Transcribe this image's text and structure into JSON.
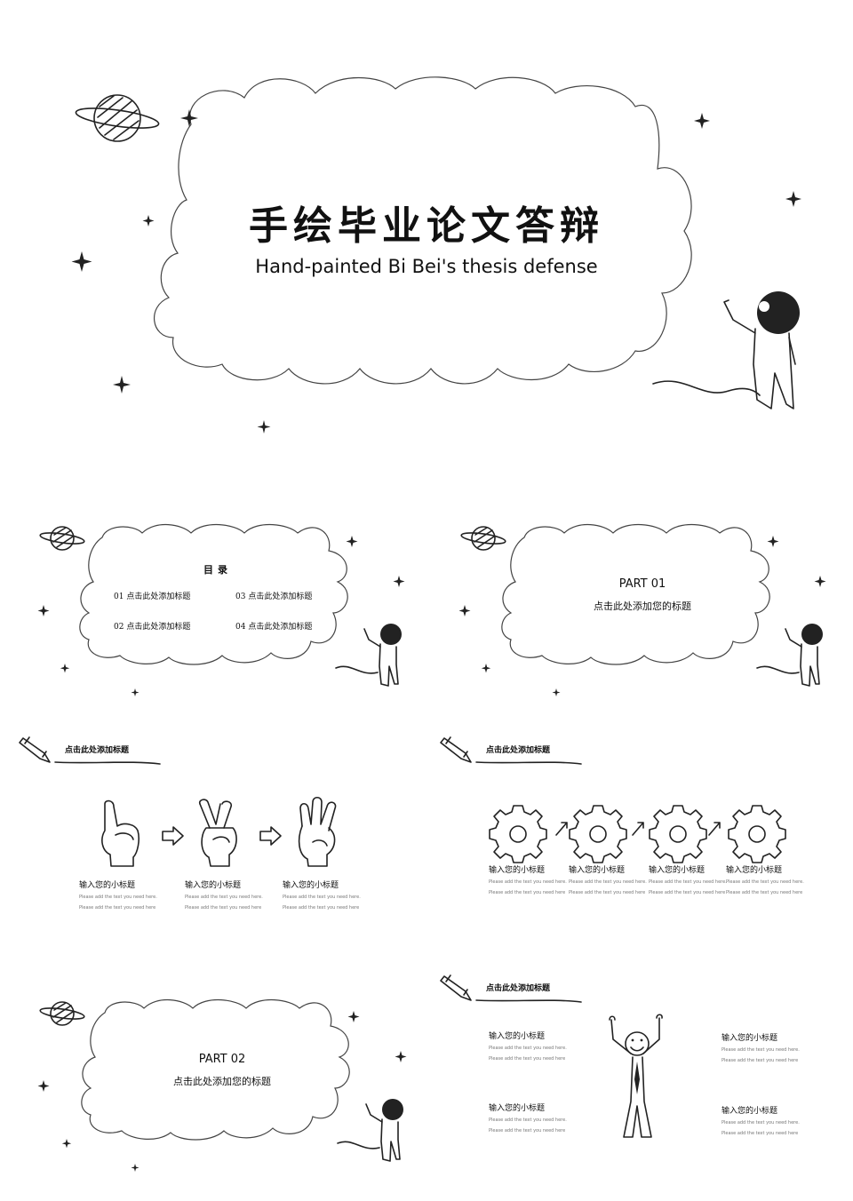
{
  "cover": {
    "title": "手绘毕业论文答辩",
    "subtitle": "Hand-painted Bi Bei's thesis defense"
  },
  "toc": {
    "heading": "目录",
    "items": [
      "01 点击此处添加标题",
      "03 点击此处添加标题",
      "02 点击此处添加标题",
      "04 点击此处添加标题"
    ]
  },
  "part1": {
    "label": "PART 01",
    "title": "点击此处添加您的标题"
  },
  "part2": {
    "label": "PART 02",
    "title": "点击此处添加您的标题"
  },
  "slide_hands": {
    "header": "点击此处添加标题",
    "items": [
      {
        "title": "输入您的小标题",
        "line1": "Please add the text you need here.",
        "line2": "Please add the text you need here"
      },
      {
        "title": "输入您的小标题",
        "line1": "Please add the text you need here.",
        "line2": "Please add the text you need here"
      },
      {
        "title": "输入您的小标题",
        "line1": "Please add the text you need here.",
        "line2": "Please add the text you need here"
      }
    ]
  },
  "slide_gears": {
    "header": "点击此处添加标题",
    "items": [
      {
        "title": "输入您的小标题",
        "line1": "Please add the text you need here.",
        "line2": "Please add the text you need here"
      },
      {
        "title": "输入您的小标题",
        "line1": "Please add the text you need here.",
        "line2": "Please add the text you need here"
      },
      {
        "title": "输入您的小标题",
        "line1": "Please add the text you need here.",
        "line2": "Please add the text you need here"
      },
      {
        "title": "输入您的小标题",
        "line1": "Please add the text you need here.",
        "line2": "Please add the text you need here"
      }
    ]
  },
  "slide_person": {
    "header": "点击此处添加标题",
    "items": [
      {
        "title": "输入您的小标题",
        "line1": "Please add the text you need here.",
        "line2": "Please add the text you need here"
      },
      {
        "title": "输入您的小标题",
        "line1": "Please add the text you need here.",
        "line2": "Please add the text you need here"
      },
      {
        "title": "输入您的小标题",
        "line1": "Please add the text you need here.",
        "line2": "Please add the text you need here"
      },
      {
        "title": "输入您的小标题",
        "line1": "Please add the text you need here.",
        "line2": "Please add the text you need here"
      }
    ]
  },
  "colors": {
    "ink": "#222222",
    "cloud_line": "#444444",
    "caption": "#777777",
    "background": "#ffffff"
  },
  "icons": [
    "planet-icon",
    "star-icon",
    "astronaut-icon",
    "pencil-icon",
    "hand-one-icon",
    "hand-two-icon",
    "hand-three-icon",
    "arrow-right-icon",
    "gear-icon",
    "stick-figure-icon"
  ]
}
